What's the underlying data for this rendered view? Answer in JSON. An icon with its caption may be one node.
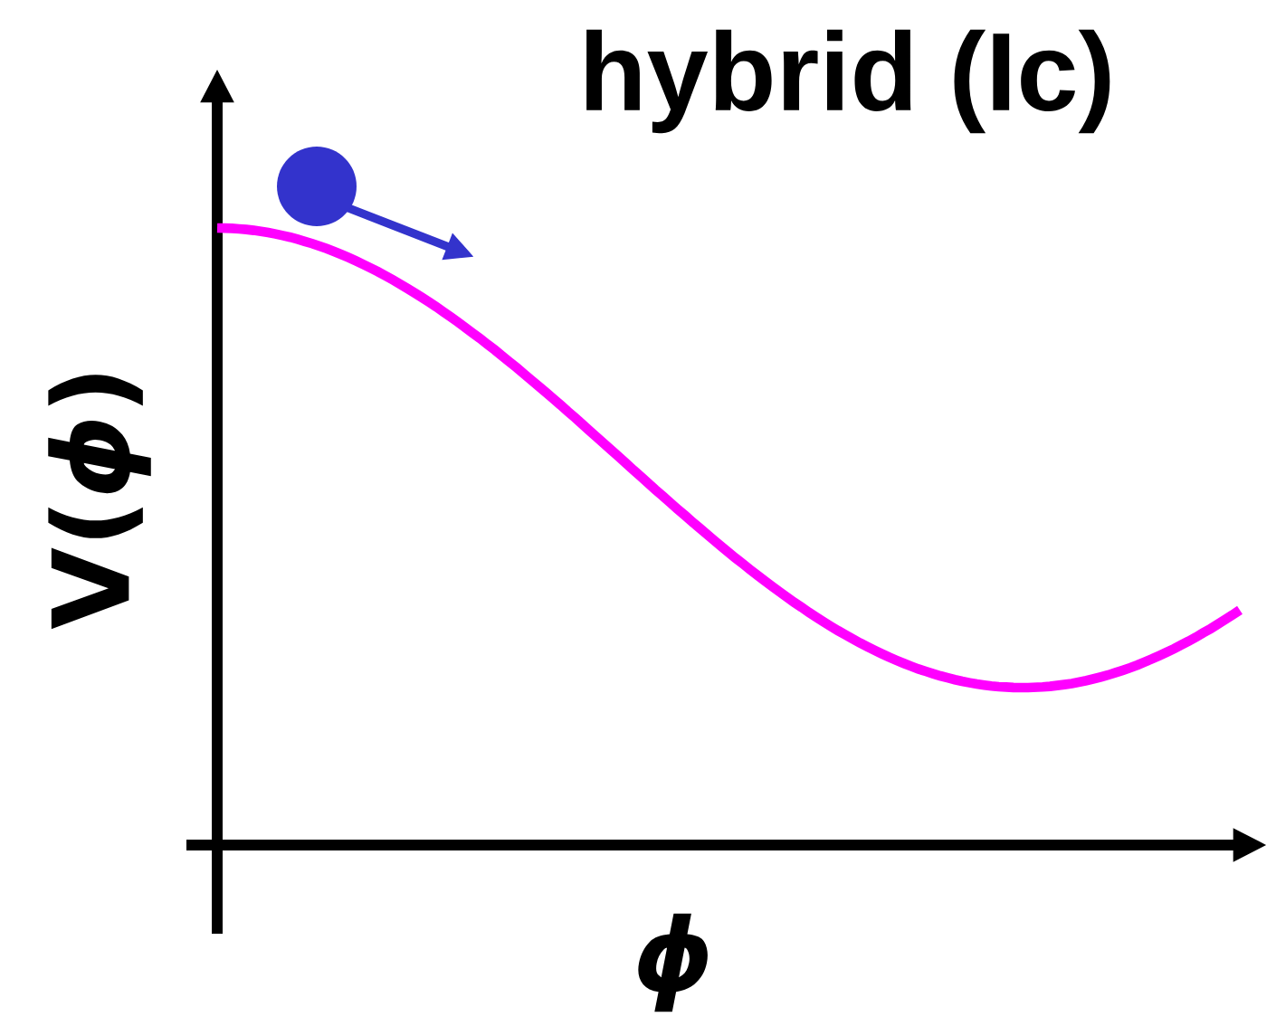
{
  "diagram": {
    "title": "hybrid (Ic)",
    "labels": [
      "V(*ϕ*)",
      "ϕ"
    ]
  }
}
